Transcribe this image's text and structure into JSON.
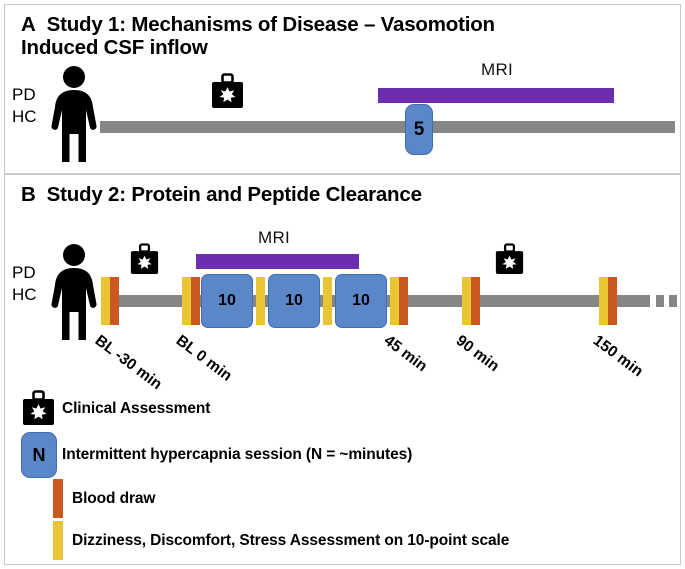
{
  "figure": {
    "panels": [
      {
        "id": "A",
        "letter": "A",
        "title": "Study 1: Mechanisms of Disease – Vasomotion\nInduced CSF inflow",
        "group_labels": [
          "PD",
          "HC"
        ],
        "mri_label": "MRI",
        "sessions": [
          {
            "label": "5",
            "minutes": 5
          }
        ],
        "icons": [
          "clinical-assessment-briefcase"
        ]
      },
      {
        "id": "B",
        "letter": "B",
        "title": "Study 2: Protein and Peptide Clearance",
        "group_labels": [
          "PD",
          "HC"
        ],
        "mri_label": "MRI",
        "sessions": [
          {
            "label": "10",
            "minutes": 10
          },
          {
            "label": "10",
            "minutes": 10
          },
          {
            "label": "10",
            "minutes": 10
          }
        ],
        "timepoints": [
          {
            "label": "BL -30 min"
          },
          {
            "label": "BL 0 min"
          },
          {
            "label": "45 min"
          },
          {
            "label": "90 min"
          },
          {
            "label": "150 min"
          }
        ],
        "icons": [
          "clinical-assessment-briefcase",
          "clinical-assessment-briefcase"
        ]
      }
    ],
    "legend": [
      {
        "key": "clinical-assessment",
        "swatch": "briefcase-icon",
        "text": "Clinical Assessment"
      },
      {
        "key": "hypercapnia",
        "swatch": "blue-box",
        "swatch_label": "N",
        "text": "Intermittent hypercapnia session (N = ~minutes)"
      },
      {
        "key": "blood-draw",
        "swatch": "orange-bar",
        "text": "Blood draw"
      },
      {
        "key": "symptom-assessment",
        "swatch": "yellow-bar",
        "text": "Dizziness, Discomfort, Stress Assessment on 10-point scale"
      }
    ],
    "colors": {
      "mri_purple": "#6C2DB0",
      "session_blue": "#5B87C9",
      "session_blue_border": "#3E6DB0",
      "timeline_gray": "#868686",
      "blood_draw_orange": "#C85A21",
      "assessment_yellow": "#E9C536",
      "icon_black": "#000000",
      "panel_border": "#C9C9C9"
    }
  }
}
